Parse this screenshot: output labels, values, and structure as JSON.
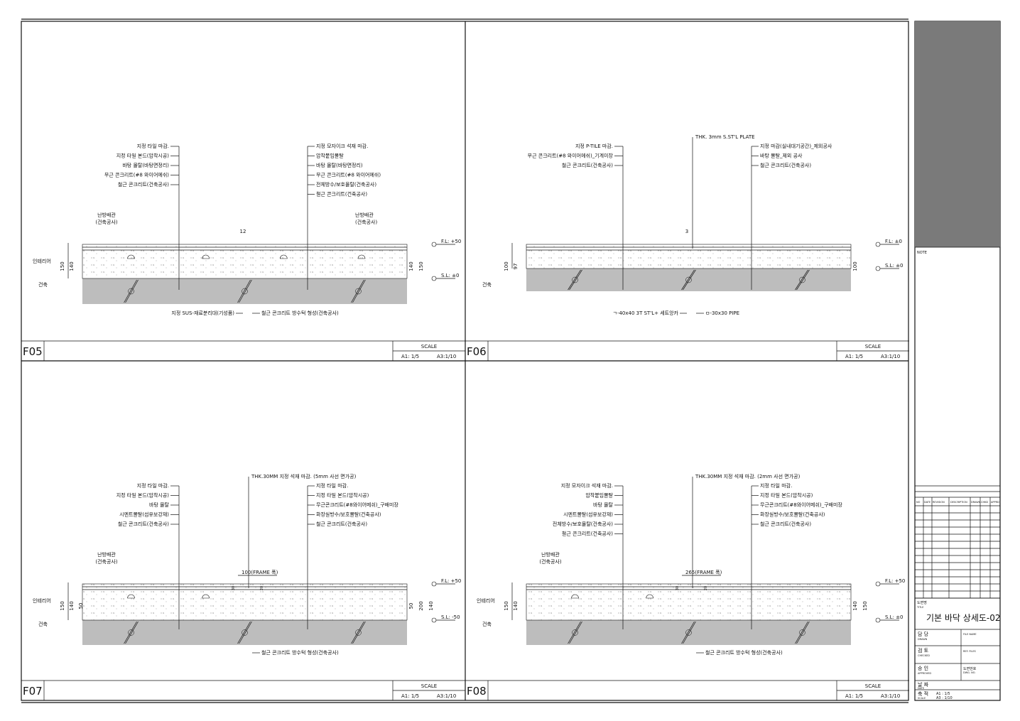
{
  "sheet": {
    "title_block": {
      "note_label": "NOTE",
      "revision_headers": [
        "NO",
        "DATE",
        "REVISION",
        "DESCRIPTION",
        "DRAWN",
        "CHKD",
        "APPRD"
      ],
      "title_label_kr": "도면명",
      "title_label_en": "TITLE",
      "title": "기본 바닥 상세도-02",
      "drawn_kr": "담 당",
      "drawn_en": "DRAWN",
      "file_name": "FILE NAME",
      "checked_kr": "검 토",
      "checked_en": "CHECKED",
      "ref_file": "REF. FILES",
      "approved_kr": "승 인",
      "approved_en": "APPROVED",
      "dwg_no_kr": "도면번호",
      "dwg_no_en": "DWG. NO.",
      "date_kr": "날 짜",
      "date_en": "DATE",
      "scale_kr": "축 적",
      "scale_en": "SCALE",
      "scale_a1": "A1 : 1/5",
      "scale_a3": "A3 : 1/10"
    }
  },
  "details": [
    {
      "id": "F05",
      "scale_label": "SCALE",
      "scale_a1": "A1: 1/5",
      "scale_a3": "A3:1/10",
      "left_labels": [
        "지정 타일 마감.",
        "지정 타일 본드(압착시공)",
        "바탕 몰탈(바탕면정리)",
        "무근 콘크리트(#8 와이어메쉬)",
        "철근 콘크리트(건축공사)"
      ],
      "right_labels": [
        "지정 모자이크 석재 마감.",
        "압착붙임몰탈",
        "바탕 몰탈(바탕면정리)",
        "무근 콘크리트(#8 와이어메쉬)",
        "전체방수/보호몰탈(건축공사)",
        "철근 콘크리트(건축공사)"
      ],
      "pipe_left": [
        "난방배관",
        "(건축공사)"
      ],
      "pipe_right": [
        "난방배관",
        "(건축공사)"
      ],
      "bottom_left": "지정 SUS-재료분리대(기성품)",
      "bottom_right": "철근 콘크리트 방수턱 형성(건축공사)",
      "dim_top": "12",
      "dims_left": [
        "150",
        "140"
      ],
      "dims_right": [
        "140",
        "150"
      ],
      "level_fl": "F.L: +50",
      "level_sl": "S.L: ±0",
      "side_top": "인테리어",
      "side_bottom": "건축"
    },
    {
      "id": "F06",
      "scale_label": "SCALE",
      "scale_a1": "A1: 1/5",
      "scale_a3": "A3:1/10",
      "left_labels": [
        "지정 P-TILE 마감.",
        "무근 콘크리트(#8 와이어메쉬)_기계미장",
        "철근 콘크리트(건축공사)"
      ],
      "top_label": "THK. 3mm S.ST'L PLATE",
      "right_labels": [
        "지정 마감(실내대기공간)_제외공사",
        "바탕 몰탈_제외 공사",
        "철근 콘크리트(건축공사)"
      ],
      "bottom_left": "ㄱ-40x40 3T ST'L+ 세트앙카",
      "bottom_right": "ㅁ-30x30 PIPE",
      "dim_top": "3",
      "dims_left": [
        "100",
        "97"
      ],
      "dims_right": [
        "100"
      ],
      "level_fl": "F.L: ±0",
      "level_sl": "S.L: ±0",
      "side_bottom": "건축"
    },
    {
      "id": "F07",
      "scale_label": "SCALE",
      "scale_a1": "A1: 1/5",
      "scale_a3": "A3:1/10",
      "left_labels": [
        "지정 타일 마감.",
        "지정 타일 본드(압착시공)",
        "바탕 몰탈",
        "시멘트몰탈(섬유보강재)",
        "철근 콘크리트(건축공사)"
      ],
      "top_label": "THK.30MM 지정 석재 마감. (5mm 사선 면가공)",
      "right_labels": [
        "지정 타일 마감.",
        "지정 타일 본드(압착시공)",
        "무근콘크리트(#8와이어메쉬)_구배미장",
        "화장실방수/보호몰탈(건축공사)",
        "철근 콘크리트(건축공사)"
      ],
      "pipe_left": [
        "난방배관",
        "(건축공사)"
      ],
      "frame_dim": "100(FRAME 폭)",
      "bottom_right": "철근 콘크리트 방수턱 형성(건축공사)",
      "dims_left": [
        "150",
        "140",
        "50"
      ],
      "dims_right": [
        "50",
        "200",
        "140"
      ],
      "dims_small": [
        "30",
        "20"
      ],
      "level_fl": "F.L: +50",
      "level_sl": "S.L: -50",
      "side_top": "인테리어",
      "side_bottom": "건축"
    },
    {
      "id": "F08",
      "scale_label": "SCALE",
      "scale_a1": "A1: 1/5",
      "scale_a3": "A3:1/10",
      "left_labels": [
        "지정 모자이크 석재 마감.",
        "압착붙임몰탈",
        "바탕 몰탈",
        "시멘트몰탈(섬유보강재)",
        "전체방수/보호몰탈(건축공사)",
        "철근 콘크리트(건축공사)"
      ],
      "top_label": "THK.30MM 지정 석재 마감. (2mm 사선 면가공)",
      "right_labels": [
        "지정 타일 마감.",
        "지정 타일 본드(압착시공)",
        "무근콘크리트(#8와이어메쉬)_구배미장",
        "화장실방수/보호몰탈(건축공사)",
        "철근 콘크리트(건축공사)"
      ],
      "pipe_left": [
        "난방배관",
        "(건축공사)"
      ],
      "frame_dim": "265(FRAME 폭)",
      "bottom_right": "철근 콘크리트 방수턱 형성(건축공사)",
      "dims_left": [
        "150",
        "140"
      ],
      "dims_right": [
        "140",
        "150"
      ],
      "dims_small": [
        "30",
        "20"
      ],
      "level_fl": "F.L: +50",
      "level_sl": "S.L: ±0",
      "side_top": "인테리어",
      "side_bottom": "건축"
    }
  ],
  "colors": {
    "concrete": "#bdbdbd",
    "titleblock_dark": "#7a7a7a",
    "line": "#111111"
  }
}
